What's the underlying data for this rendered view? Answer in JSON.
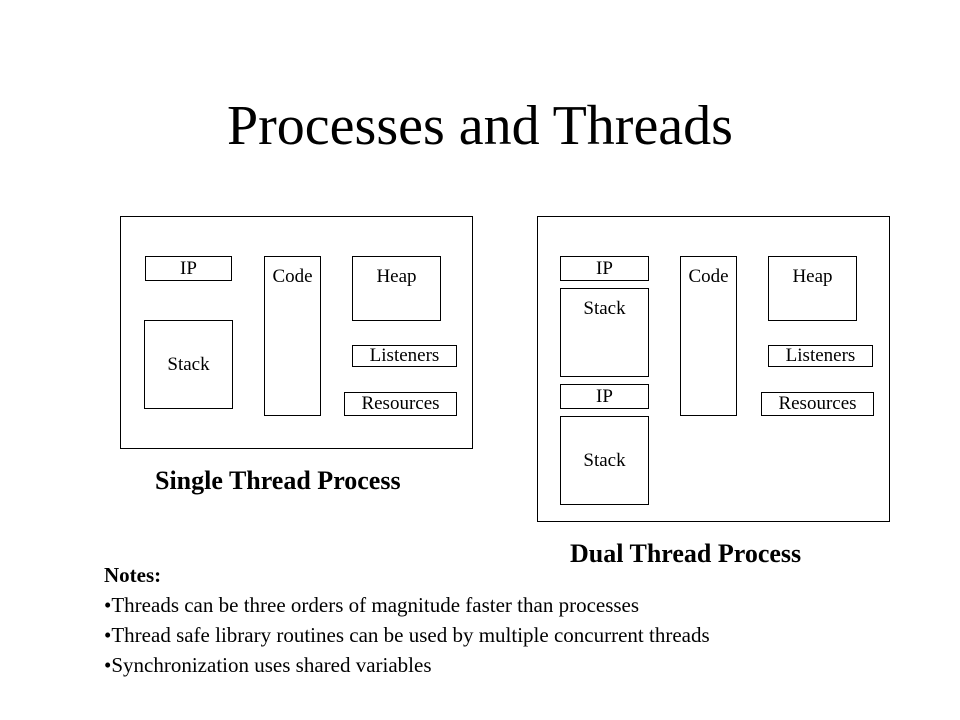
{
  "title": "Processes and Threads",
  "single": {
    "caption": "Single Thread Process",
    "ip": "IP",
    "stack": "Stack",
    "code": "Code",
    "heap": "Heap",
    "listeners": "Listeners",
    "resources": "Resources"
  },
  "dual": {
    "caption": "Dual Thread Process",
    "ip1": "IP",
    "stack1": "Stack",
    "ip2": "IP",
    "stack2": "Stack",
    "code": "Code",
    "heap": "Heap",
    "listeners": "Listeners",
    "resources": "Resources"
  },
  "notes": {
    "heading": "Notes:",
    "items": [
      "•Threads can be three orders of magnitude faster than processes",
      "•Thread safe library routines can be used by multiple concurrent threads",
      "•Synchronization uses shared variables"
    ]
  }
}
